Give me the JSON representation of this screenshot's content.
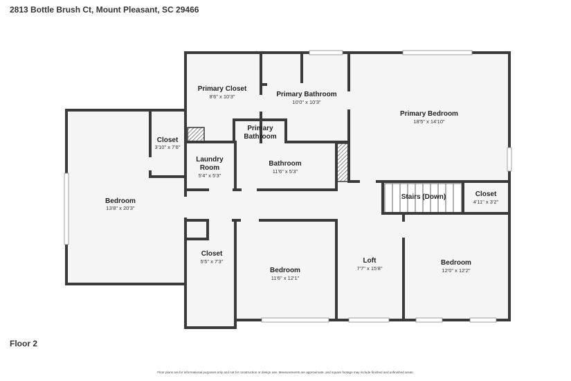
{
  "header": {
    "address": "2813 Bottle Brush Ct, Mount Pleasant, SC 29466"
  },
  "floor": {
    "label": "Floor 2"
  },
  "footer": {
    "disclaimer": "Floor plans are for informational purposes only and not for construction or design use. Measurements are approximate, and square footage may include finished and unfinished areas."
  },
  "colors": {
    "wall": "#3a3a3a",
    "floor": "#f5f5f5",
    "background": "#ffffff"
  },
  "rooms": [
    {
      "name": "Primary Closet",
      "dims": "8'6\" x 10'3\""
    },
    {
      "name": "Primary Bathroom",
      "dims": "10'0\" x 10'3\""
    },
    {
      "name": "Primary Bedroom",
      "dims": "18'5\" x 14'10\""
    },
    {
      "name": "Closet",
      "dims": "3'10\" x 7'6\""
    },
    {
      "name_lines": [
        "Primary",
        "Bathroom"
      ]
    },
    {
      "name_lines": [
        "Laundry",
        "Room"
      ],
      "dims": "5'4\" x 5'3\""
    },
    {
      "name": "Bathroom",
      "dims": "11'6\" x 5'3\""
    },
    {
      "name": "Bedroom",
      "dims": "13'8\" x 20'3\""
    },
    {
      "name": "Stairs (Down)"
    },
    {
      "name": "Closet",
      "dims": "4'11\" x 3'2\""
    },
    {
      "name": "Closet",
      "dims": "5'5\" x 7'3\""
    },
    {
      "name": "Bedroom",
      "dims": "11'6\" x 12'1\""
    },
    {
      "name": "Loft",
      "dims": "7'7\" x 15'8\""
    },
    {
      "name": "Bedroom",
      "dims": "12'0\" x 12'2\""
    }
  ]
}
